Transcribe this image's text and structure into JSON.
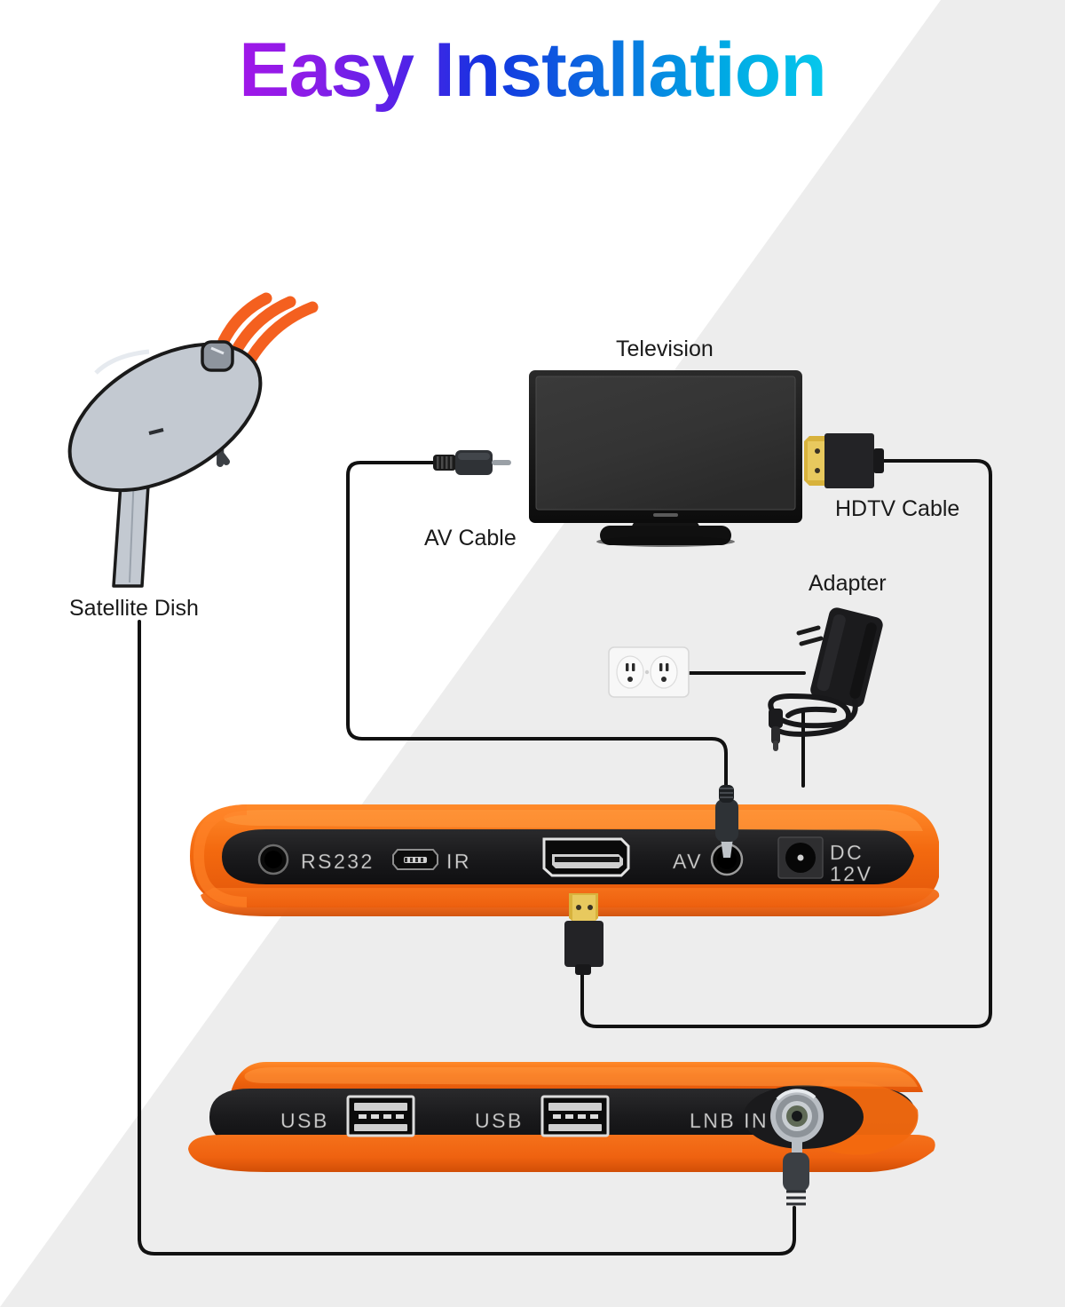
{
  "page": {
    "title": "Easy Installation",
    "background": {
      "upper_color": "#ffffff",
      "lower_color": "#ededed"
    },
    "accent_colors": {
      "title_start": "#a017e8",
      "title_mid": "#1433e0",
      "title_end": "#06c8ec",
      "device_orange": "#f36c14",
      "device_orange_dark": "#e25a08",
      "device_black": "#1c1c1c",
      "signal_orange": "#f4601f",
      "dish_grey": "#c3c9d1",
      "cable_black": "#111111"
    }
  },
  "labels": {
    "satellite_dish": "Satellite Dish",
    "television": "Television",
    "av_cable": "AV Cable",
    "hdtv_cable": "HDTV Cable",
    "adapter": "Adapter"
  },
  "device_rear_panel": {
    "name": "receiver-rear-panel",
    "ports": [
      {
        "id": "rs232",
        "label": "RS232",
        "type": "round-jack"
      },
      {
        "id": "ir",
        "label": "IR",
        "type": "mini-usb"
      },
      {
        "id": "hdmi",
        "label": "",
        "type": "hdmi"
      },
      {
        "id": "av",
        "label": "AV",
        "type": "round-jack"
      },
      {
        "id": "dc",
        "label": "DC\n12V",
        "label_line1": "DC",
        "label_line2": "12V",
        "type": "dc-barrel"
      }
    ]
  },
  "device_front_panel": {
    "name": "receiver-front-panel",
    "ports": [
      {
        "id": "usb1",
        "label": "USB",
        "type": "usb-a"
      },
      {
        "id": "usb2",
        "label": "USB",
        "type": "usb-a"
      },
      {
        "id": "lnb_in",
        "label": "LNB IN",
        "type": "f-connector"
      }
    ]
  },
  "wall_outlet": {
    "name": "wall-outlet",
    "sockets": 2
  },
  "connections": [
    {
      "from": "satellite-dish",
      "to": "lnb-in",
      "cable": "coax"
    },
    {
      "from": "tv-av-port",
      "to": "av-port",
      "cable": "av"
    },
    {
      "from": "tv-hdmi-port",
      "to": "hdmi-port",
      "cable": "hdmi"
    },
    {
      "from": "wall-outlet",
      "to": "adapter",
      "cable": "mains"
    },
    {
      "from": "adapter",
      "to": "dc-12v-port",
      "cable": "dc"
    }
  ]
}
